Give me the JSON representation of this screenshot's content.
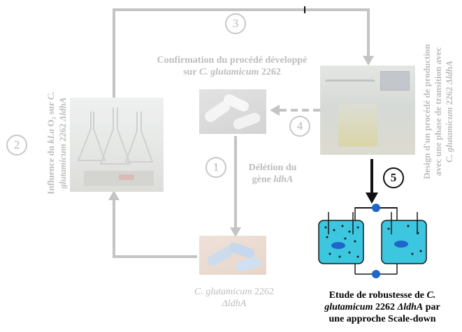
{
  "steps": {
    "s1": "1",
    "s2": "2",
    "s3": "3",
    "s4": "4",
    "s5": "5"
  },
  "labels": {
    "confirmation_line1": "Confirmation du procédé développé",
    "confirmation_line2_pre": "sur ",
    "confirmation_line2_it": "C. glutamicum",
    "confirmation_line2_post": " 2262",
    "deletion_line1": "Délétion du",
    "deletion_line2_pre": "gène ",
    "deletion_line2_it": "ldhA",
    "strain_line1_it": "C. glutamicum",
    "strain_line1_post": " 2262",
    "strain_line2_it": "ΔldhA",
    "influence_line1_pre": "Influence du ",
    "influence_line1_it": "kLa",
    "influence_line1_post": " O₂ sur ",
    "influence_line1_it2": "C.",
    "influence_line2_it": "glutamicum",
    "influence_line2_post": " 2262 ",
    "influence_line2_it2": "ΔldhA",
    "design_line1": "Design d'un procédé de production",
    "design_line2": "avec une phase de transition avec",
    "design_line3_it": "C. glutamicum",
    "design_line3_post": " 2262 ",
    "design_line3_it2": "ΔldhA",
    "robust_line1_pre": "Etude de robustesse de ",
    "robust_line1_it": "C.",
    "robust_line2_it": "glutamicum",
    "robust_line2_post": " 2262 ",
    "robust_line2_it2": "ΔldhA",
    "robust_line2_post2": " par",
    "robust_line3": "une approche Scale-down"
  },
  "colors": {
    "faded_text": "#bdbdbd",
    "arrow": "#c4c4c4",
    "bioreactor_fill": "#3cc6e0",
    "bioreactor_stroke": "#1a1a1a",
    "pump": "#1f66c9"
  }
}
